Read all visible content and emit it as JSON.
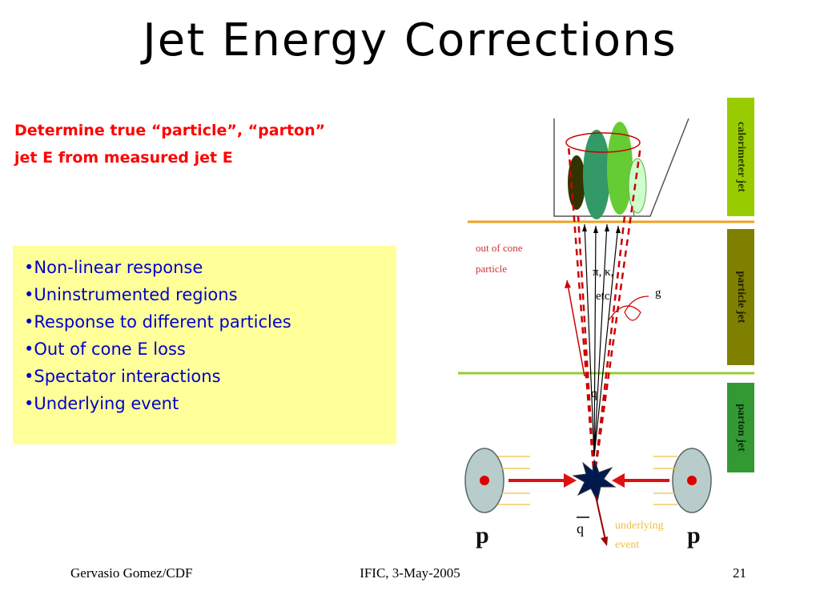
{
  "slide": {
    "title": "Jet Energy Corrections",
    "subtitle_line1": "Determine true “particle”, “parton”",
    "subtitle_line2": "jet E from measured jet E",
    "bullets": [
      "•Non-linear response",
      "•Uninstrumented regions",
      "•Response to different particles",
      "•Out of cone E loss",
      "•Spectator interactions",
      "•Underlying event"
    ]
  },
  "diagram": {
    "labels": {
      "calorimeter_jet": "calorimeter jet",
      "particle_jet": "particle jet",
      "parton_jet": "parton jet",
      "out_of_cone_1": "out of cone",
      "out_of_cone_2": "particle",
      "pi_k": "π, κ,",
      "etc": "etc",
      "g": "g",
      "q": "q",
      "qbar": "q",
      "underlying_1": "underlying",
      "underlying_2": "event",
      "p_left": "p",
      "p_right": "p"
    },
    "colors": {
      "calorimeter_band": "#99cc00",
      "particle_band": "#808000",
      "parton_band": "#339933",
      "orange_line": "#f0a020",
      "green_line": "#99cc33",
      "red": "#cc0000",
      "star": "#001a4d"
    }
  },
  "footer": {
    "left": "Gervasio Gomez/CDF",
    "center": "IFIC, 3-May-2005",
    "right": "21"
  }
}
